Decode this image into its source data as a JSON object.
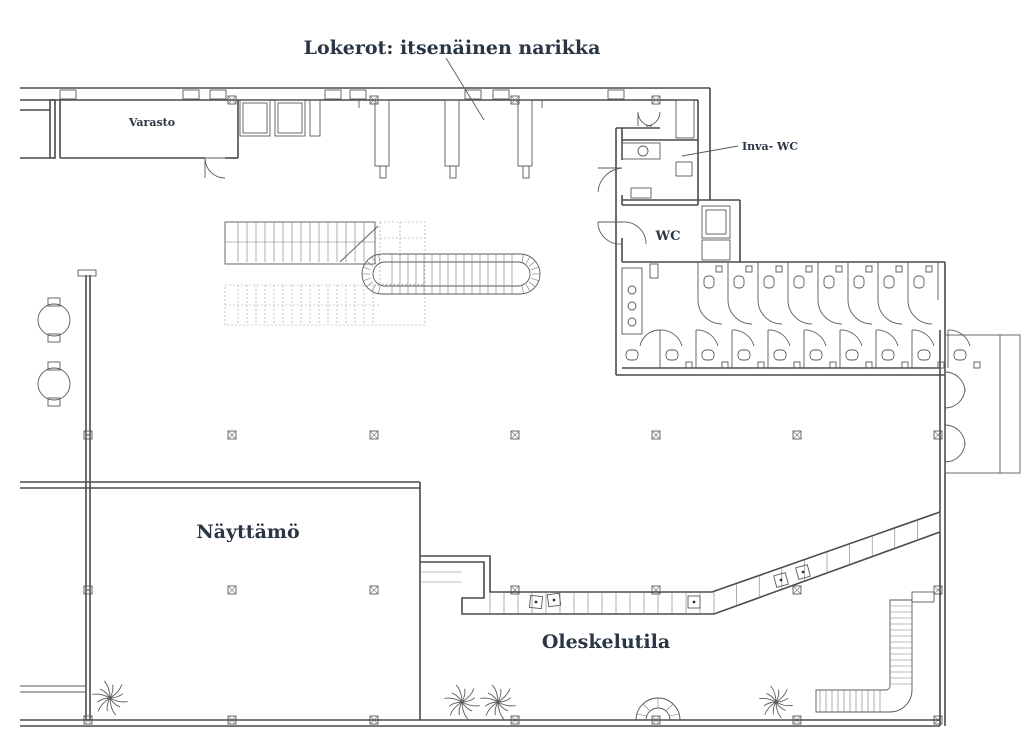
{
  "labels": {
    "lockers": "Lokerot: itsenäinen narikka",
    "storage": "Varasto",
    "accessible_wc": "Inva- WC",
    "wc": "WC",
    "stage": "Näyttämö",
    "lounge": "Oleskelutila"
  },
  "colors": {
    "label_text": "#2b3645",
    "lines": "#4a4a4a",
    "background": "#ffffff"
  }
}
